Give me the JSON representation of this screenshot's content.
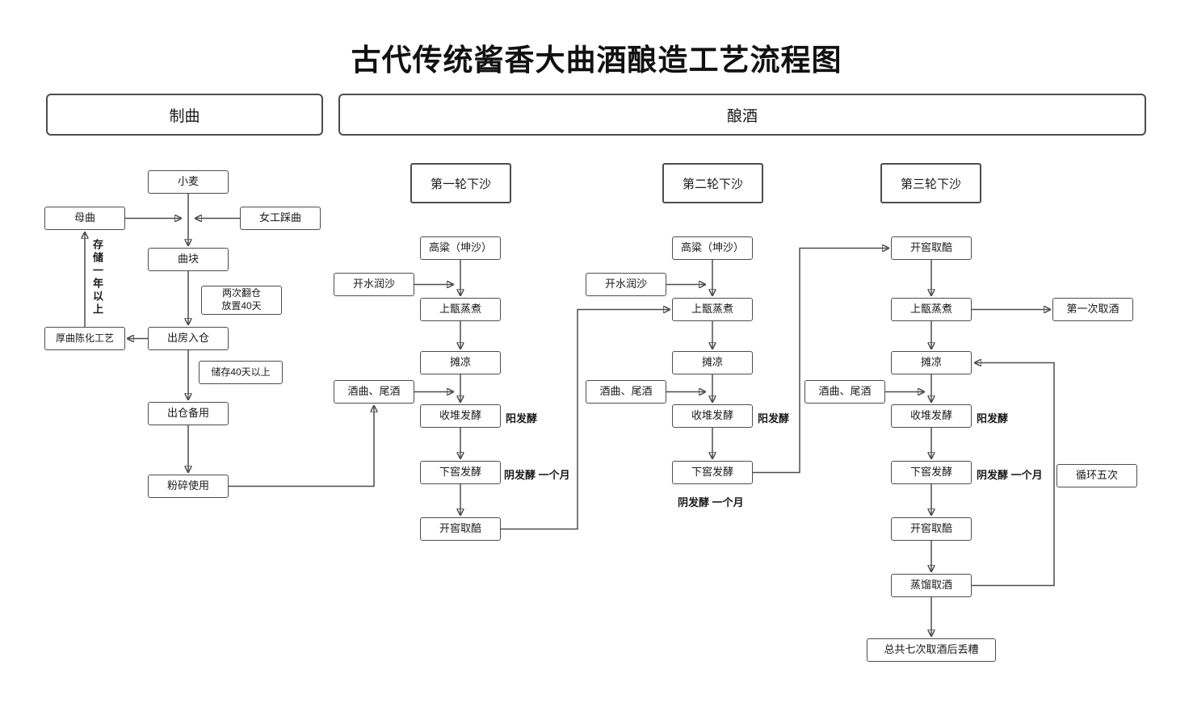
{
  "title": "古代传统酱香大曲酒酿造工艺流程图",
  "sections": {
    "zhiqu": "制曲",
    "niangjiu": "酿酒"
  },
  "zhiqu": {
    "xiaomai": "小麦",
    "muqu": "母曲",
    "nvgong_caiqu": "女工踩曲",
    "qukuai": "曲块",
    "fancang_note": "两次翻仓\n放置40天",
    "chufang_rucang": "出房入仓",
    "houqu_chenhua": "厚曲陈化工艺",
    "chucun_note": "储存40天以上",
    "chucang_beiyong": "出仓备用",
    "fensui_shiyong": "粉碎使用",
    "cunchu_label": "存储一年以上"
  },
  "round1": {
    "header": "第一轮下沙",
    "gaoliang": "高粱（坤沙）",
    "kaishui_runsha": "开水润沙",
    "shangzeng_zhengzhu": "上甑蒸煮",
    "tanliang": "摊凉",
    "jiuqu_weijiu": "酒曲、尾酒",
    "shoudui_fajiao": "收堆发酵",
    "yang_fajiao": "阳发酵",
    "xiajiao_fajiao": "下窖发酵",
    "yin_fajiao": "阴发酵 一个月",
    "kaijiao_qupei": "开窖取醅"
  },
  "round2": {
    "header": "第二轮下沙",
    "gaoliang": "高粱（坤沙）",
    "kaishui_runsha": "开水润沙",
    "shangzeng_zhengzhu": "上甑蒸煮",
    "tanliang": "摊凉",
    "jiuqu_weijiu": "酒曲、尾酒",
    "shoudui_fajiao": "收堆发酵",
    "yang_fajiao": "阳发酵",
    "xiajiao_fajiao": "下窖发酵",
    "yin_fajiao": "阴发酵 一个月"
  },
  "round3": {
    "header": "第三轮下沙",
    "kaijiao_qupei_top": "开窖取醅",
    "shangzeng_zhengzhu": "上甑蒸煮",
    "diyici_qujiu": "第一次取酒",
    "tanliang": "摊凉",
    "jiuqu_weijiu": "酒曲、尾酒",
    "shoudui_fajiao": "收堆发酵",
    "yang_fajiao": "阳发酵",
    "xiajiao_fajiao": "下窖发酵",
    "yin_fajiao": "阴发酵 一个月",
    "xunhuan_wuci": "循环五次",
    "kaijiao_qupei": "开窖取醅",
    "zhengliu_qujiu": "蒸馏取酒",
    "zonggong_qici": "总共七次取酒后丢糟"
  },
  "colors": {
    "line": "#4d4d4d",
    "border": "#4d4d4d",
    "text": "#1a1a1a",
    "background": "#ffffff"
  }
}
